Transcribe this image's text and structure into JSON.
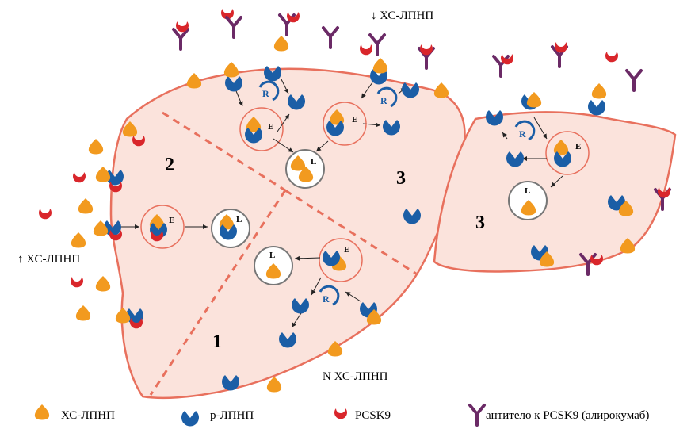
{
  "annotations": {
    "ldl_down": "↓ ХС-ЛПНП",
    "ldl_up": "↑ ХС-ЛПНП",
    "ldl_normal": "N ХС-ЛПНП"
  },
  "zones": {
    "zone1": "1",
    "zone2": "2",
    "zone3a": "3",
    "zone3b": "3"
  },
  "compartments": {
    "endosome": "E",
    "lysosome": "L",
    "recycling": "R"
  },
  "legend": {
    "ldl": "ХС-ЛПНП",
    "receptor": "р-ЛПНП",
    "pcsk9": "PCSK9",
    "antibody": "антитело к PCSK9 (алирокумаб)"
  },
  "colors": {
    "liver_fill": "#fbe3dc",
    "liver_outline": "#e8705d",
    "ldl": "#f29a1f",
    "receptor": "#1b5ea6",
    "pcsk9": "#d9262b",
    "antibody": "#6b2a66",
    "dashed_zone_line": "#e8705d"
  }
}
